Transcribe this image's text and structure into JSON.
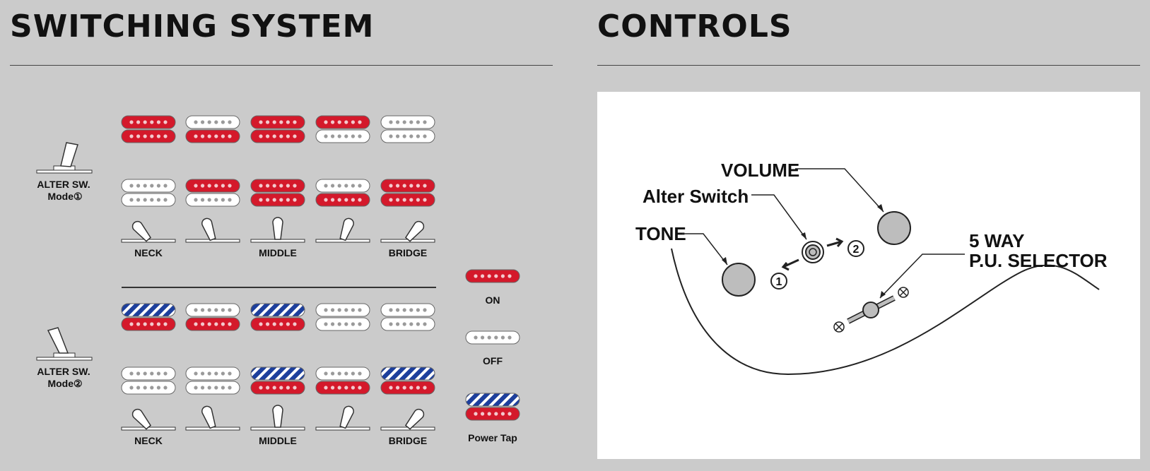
{
  "switching": {
    "title": "SWITCHING SYSTEM",
    "mode1_label_1": "ALTER SW.",
    "mode1_label_2": "Mode①",
    "mode2_label_1": "ALTER SW.",
    "mode2_label_2": "Mode②",
    "position_labels": [
      "NECK",
      "",
      "MIDDLE",
      "",
      "BRIDGE"
    ],
    "mode1": {
      "top_coils": [
        "on",
        "off",
        "on",
        "on",
        "off"
      ],
      "bottom_coils": [
        "on",
        "on",
        "on",
        "off",
        "off"
      ],
      "top_coils_b": [
        "off",
        "on",
        "on",
        "off",
        "on"
      ],
      "bottom_coils_b": [
        "off",
        "off",
        "on",
        "on",
        "on"
      ]
    },
    "mode2": {
      "top_coils": [
        "tap",
        "off",
        "tap",
        "off",
        "off"
      ],
      "bottom_coils": [
        "on",
        "on",
        "on",
        "off",
        "off"
      ],
      "top_coils_b": [
        "off",
        "off",
        "tap",
        "off",
        "tap"
      ],
      "bottom_coils_b": [
        "off",
        "off",
        "on",
        "on",
        "on"
      ]
    },
    "legend": {
      "on": "ON",
      "off": "OFF",
      "tap": "Power Tap"
    },
    "colors": {
      "on": "#d4192b",
      "tap": "#1d3f9c",
      "off": "#ffffff"
    }
  },
  "controls": {
    "title": "CONTROLS",
    "volume": "VOLUME",
    "alter_switch": "Alter Switch",
    "tone": "TONE",
    "selector_1": "5 WAY",
    "selector_2": "P.U. SELECTOR",
    "pos1": "①",
    "pos2": "②"
  }
}
